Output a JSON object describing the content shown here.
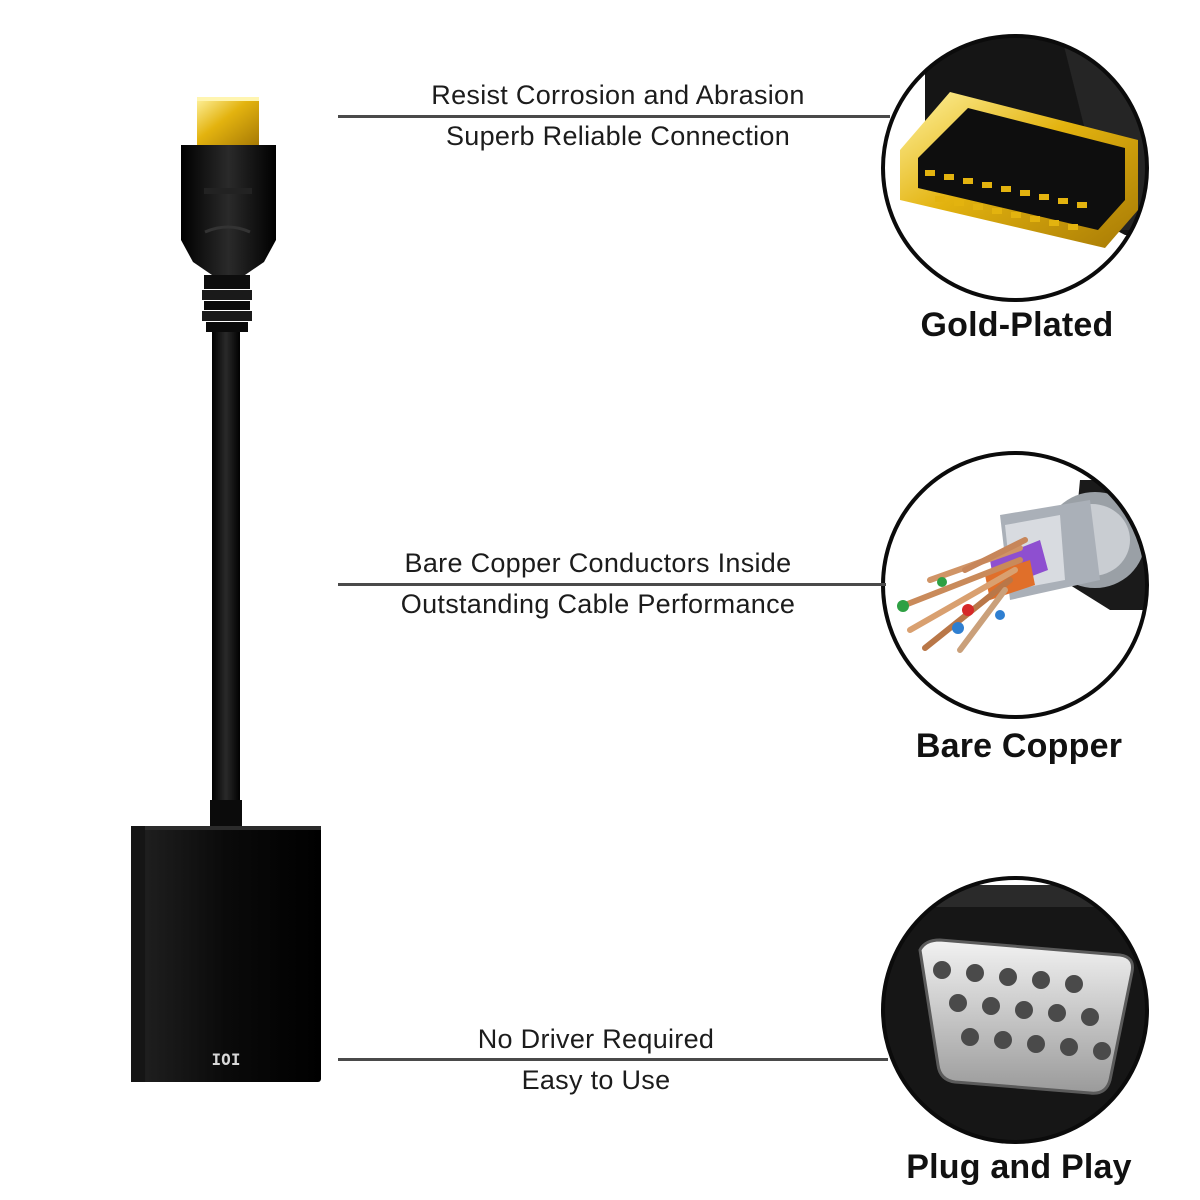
{
  "features": [
    {
      "line1": "Resist Corrosion and Abrasion",
      "line2": "Superb Reliable Connection",
      "caption": "Gold-Plated",
      "icon": "hdmi-connector-closeup-icon"
    },
    {
      "line1": "Bare Copper Conductors Inside",
      "line2": "Outstanding Cable Performance",
      "caption": "Bare Copper",
      "icon": "cable-cross-section-icon"
    },
    {
      "line1": "No Driver Required",
      "line2": "Easy to Use",
      "caption": "Plug and Play",
      "icon": "vga-port-closeup-icon"
    }
  ],
  "adapter": {
    "port_label": "IOI"
  },
  "colors": {
    "gold": "#e3b30f",
    "body": "#111111",
    "line": "#4a4a4a"
  }
}
